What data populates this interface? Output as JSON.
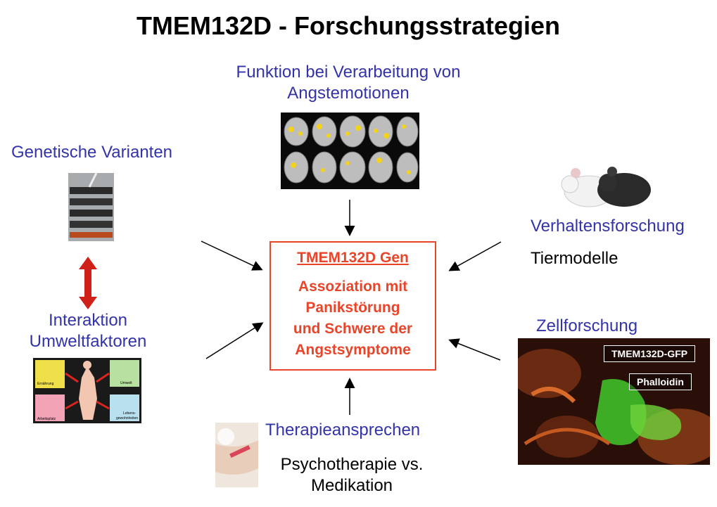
{
  "title": "TMEM132D - Forschungsstrategien",
  "top": {
    "label_line1": "Funktion bei Verarbeitung von",
    "label_line2": "Angstemotionen"
  },
  "left_top": {
    "label": "Genetische Varianten"
  },
  "left_bottom": {
    "label_line1": "Interaktion",
    "label_line2": "Umweltfaktoren",
    "image_tiles": [
      "Ernährung",
      "Umwelt",
      "Arbeitsplatz",
      "Lebens-",
      "gewohnheiten"
    ]
  },
  "right_top": {
    "label": "Verhaltensforschung",
    "sublabel": "Tiermodelle"
  },
  "right_bottom": {
    "label": "Zellforschung",
    "badge1": "TMEM132D-GFP",
    "badge2": "Phalloidin"
  },
  "bottom": {
    "label": "Therapieansprechen",
    "sublabel_line1": "Psychotherapie vs.",
    "sublabel_line2": "Medikation"
  },
  "center": {
    "heading": "TMEM132D Gen",
    "line1": "Assoziation mit",
    "line2": "Panikstörung",
    "line3": "und Schwere der",
    "line4": "Angstsymptome"
  },
  "colors": {
    "accent": "#e8452a",
    "label_blue": "#3333aa",
    "double_arrow": "#d0201a"
  }
}
